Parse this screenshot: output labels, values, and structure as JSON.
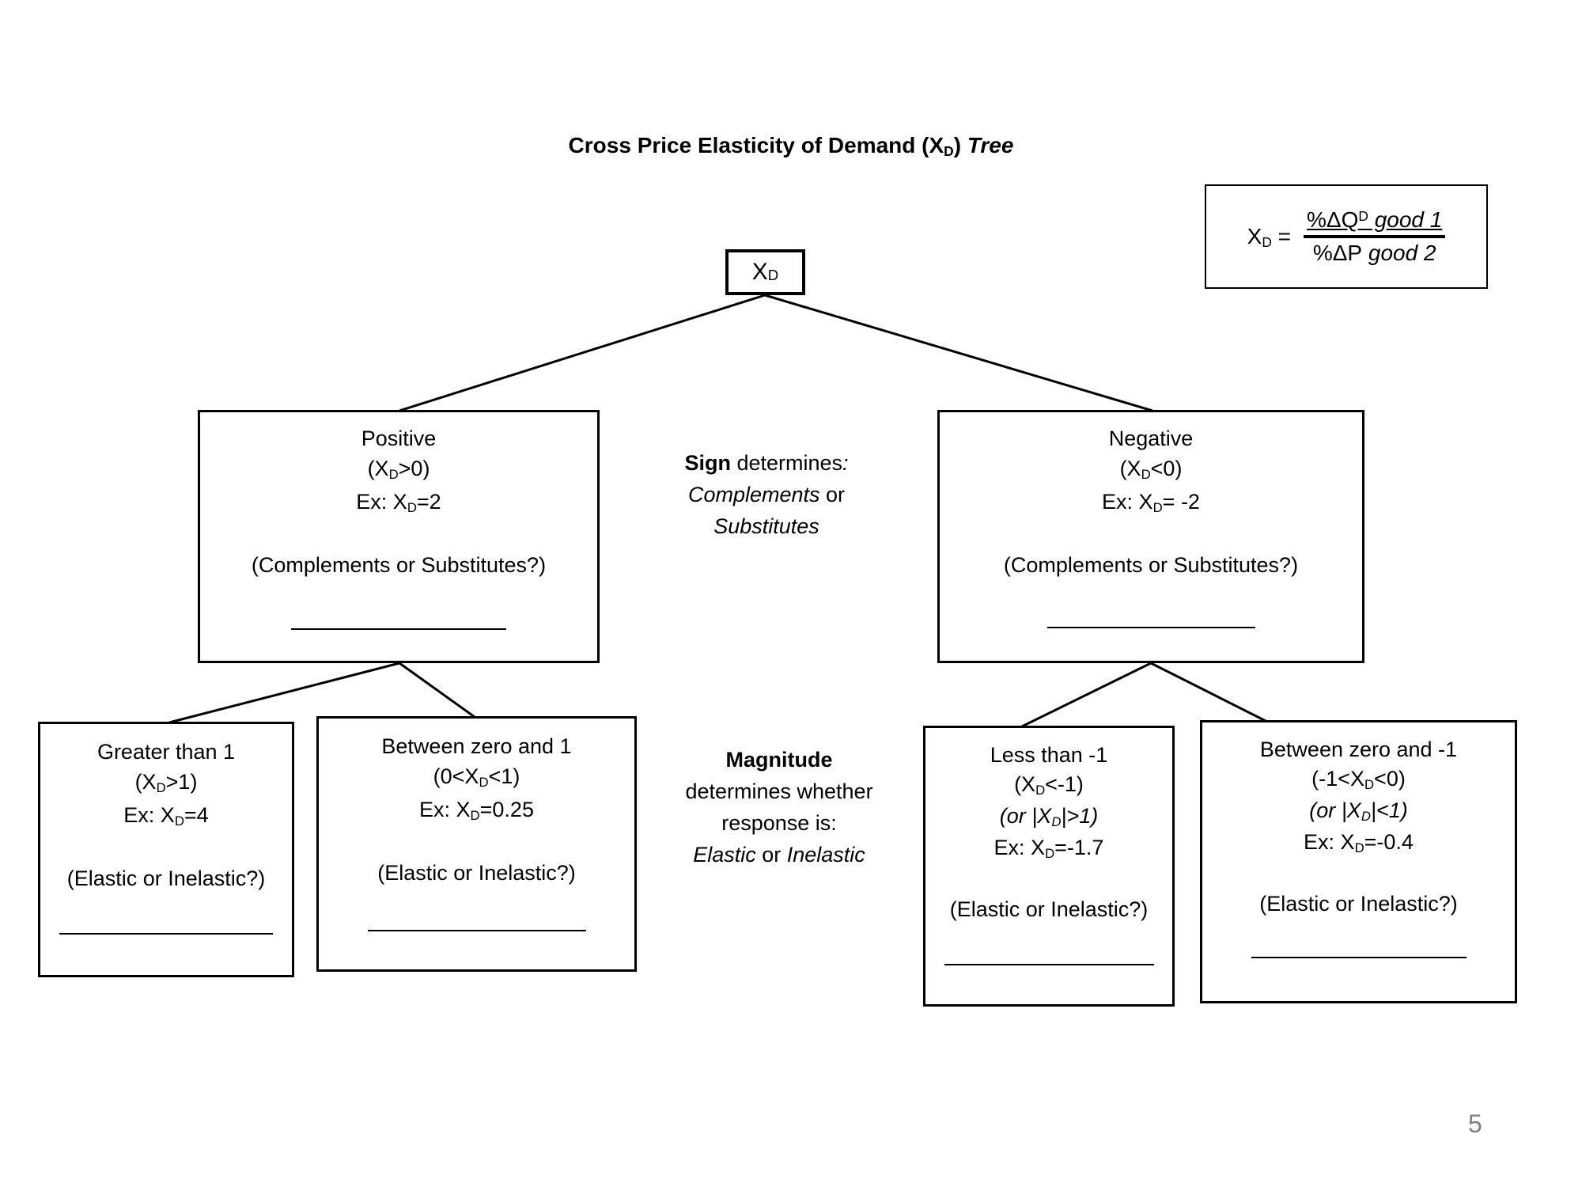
{
  "title": {
    "prefix": "Cross Price Elasticity of Demand (X",
    "sub": "D",
    "suffix": ") ",
    "italic": "Tree"
  },
  "formula": {
    "lhs_base": "X",
    "lhs_sub": "D",
    "equals": " = ",
    "num_regular": "%ΔQ",
    "num_sup": "D",
    "num_italic": " good 1",
    "den_regular": "%ΔP",
    "den_italic": " good 2"
  },
  "root": {
    "base": "X",
    "sub": "D"
  },
  "notes": {
    "sign": {
      "l1_bold": "Sign",
      "l1_rest": " determines",
      "l1_colon": ":",
      "l2_italic": "Complements",
      "l2_rest": " or",
      "l3_italic": "Substitutes"
    },
    "magnitude": {
      "l1_bold": "Magnitude",
      "l2": "determines whether",
      "l3": "response is:",
      "l4_italic1": "Elastic",
      "l4_mid": " or ",
      "l4_italic2": "Inelastic"
    }
  },
  "boxes": {
    "positive": {
      "title": "Positive",
      "cond_pre": "(X",
      "cond_sub": "D",
      "cond_post": ">0)",
      "ex_pre": "Ex: X",
      "ex_sub": "D",
      "ex_post": "=2",
      "question": "(Complements or Substitutes?)"
    },
    "negative": {
      "title": "Negative",
      "cond_pre": "(X",
      "cond_sub": "D",
      "cond_post": "<0)",
      "ex_pre": "Ex: X",
      "ex_sub": "D",
      "ex_post": "= -2",
      "question": "(Complements or Substitutes?)"
    },
    "greater_than_1": {
      "title": "Greater than 1",
      "cond_pre": "(X",
      "cond_sub": "D",
      "cond_post": ">1)",
      "ex_pre": "Ex: X",
      "ex_sub": "D",
      "ex_post": "=4",
      "question": "(Elastic or Inelastic?)"
    },
    "between_zero_and_1": {
      "title": "Between zero and 1",
      "cond_pre": "(0<X",
      "cond_sub": "D",
      "cond_post": "<1)",
      "ex_pre": "Ex: X",
      "ex_sub": "D",
      "ex_post": "=0.25",
      "question": "(Elastic or Inelastic?)"
    },
    "less_than_neg1": {
      "title": "Less than -1",
      "cond_pre": "(X",
      "cond_sub": "D",
      "cond_post": "<-1)",
      "or_pre": "(or |X",
      "or_sub": "D",
      "or_post": "|>1)",
      "ex_pre": "Ex: X",
      "ex_sub": "D",
      "ex_post": "=-1.7",
      "question": "(Elastic or Inelastic?)"
    },
    "between_zero_and_neg1": {
      "title": "Between zero and -1",
      "cond_pre": "(-1<X",
      "cond_sub": "D",
      "cond_post": "<0)",
      "or_pre": "(or |X",
      "or_sub": "D",
      "or_post": "|<1)",
      "ex_pre": "Ex: X",
      "ex_sub": "D",
      "ex_post": "=-0.4",
      "question": "(Elastic or Inelastic?)"
    }
  },
  "page_number": "5",
  "colors": {
    "ink": "#000000",
    "page_number_gray": "#7f7f7f",
    "background": "#ffffff"
  }
}
